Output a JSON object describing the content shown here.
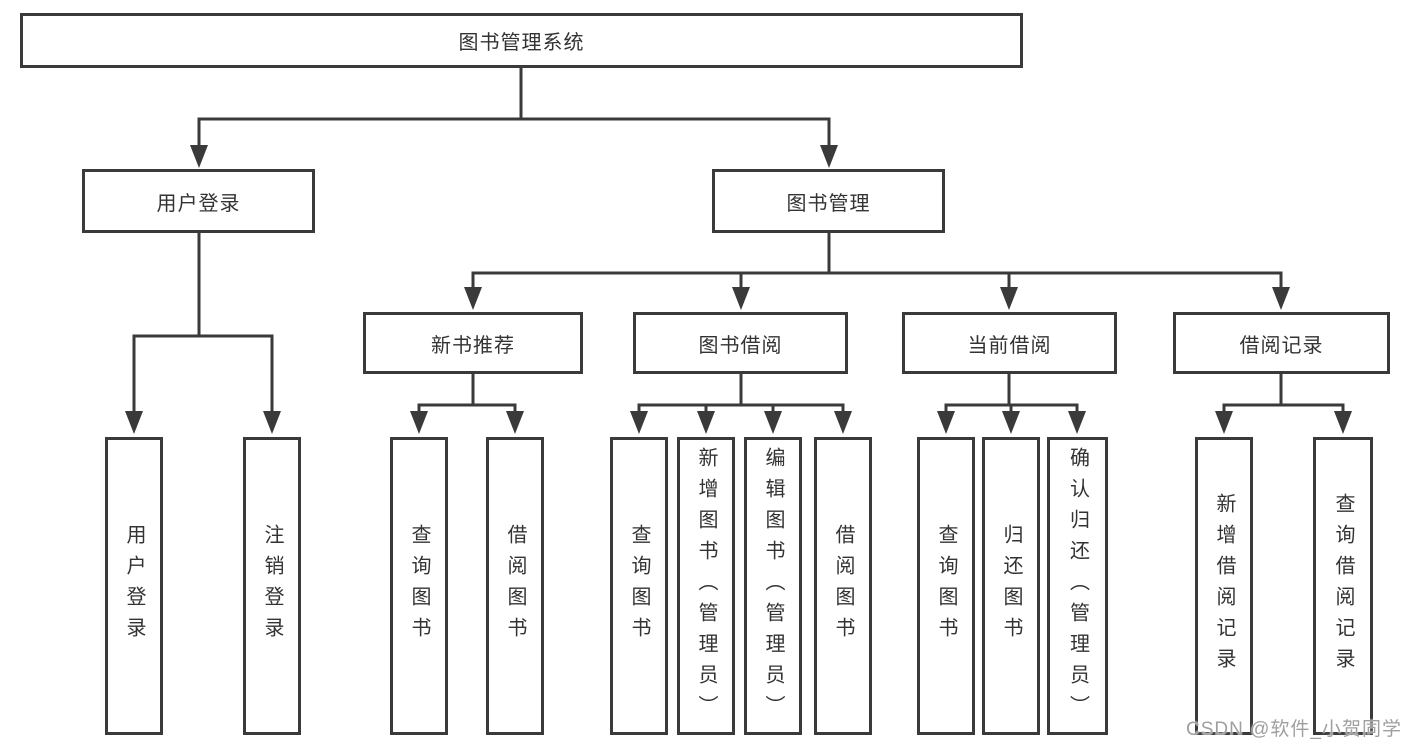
{
  "diagram": {
    "root": {
      "label": "图书管理系统"
    },
    "branches": [
      {
        "label": "用户登录",
        "children": [
          {
            "label": "用户登录"
          },
          {
            "label": "注销登录"
          }
        ]
      },
      {
        "label": "图书管理",
        "children": [
          {
            "label": "新书推荐",
            "children": [
              {
                "label": "查询图书"
              },
              {
                "label": "借阅图书"
              }
            ]
          },
          {
            "label": "图书借阅",
            "children": [
              {
                "label": "查询图书"
              },
              {
                "label": "新增图书（管理员）"
              },
              {
                "label": "编辑图书（管理员）"
              },
              {
                "label": "借阅图书"
              }
            ]
          },
          {
            "label": "当前借阅",
            "children": [
              {
                "label": "查询图书"
              },
              {
                "label": "归还图书"
              },
              {
                "label": "确认归还（管理员）"
              }
            ]
          },
          {
            "label": "借阅记录",
            "children": [
              {
                "label": "新增借阅记录"
              },
              {
                "label": "查询借阅记录"
              }
            ]
          }
        ]
      }
    ]
  },
  "watermark": {
    "text": "CSDN @软件_小贺同学"
  },
  "colors": {
    "line": "#3a3a3a",
    "box_border": "#3a3a3a",
    "box_fill": "#ffffff",
    "text": "#333333",
    "watermark": "#9f9f9f"
  }
}
